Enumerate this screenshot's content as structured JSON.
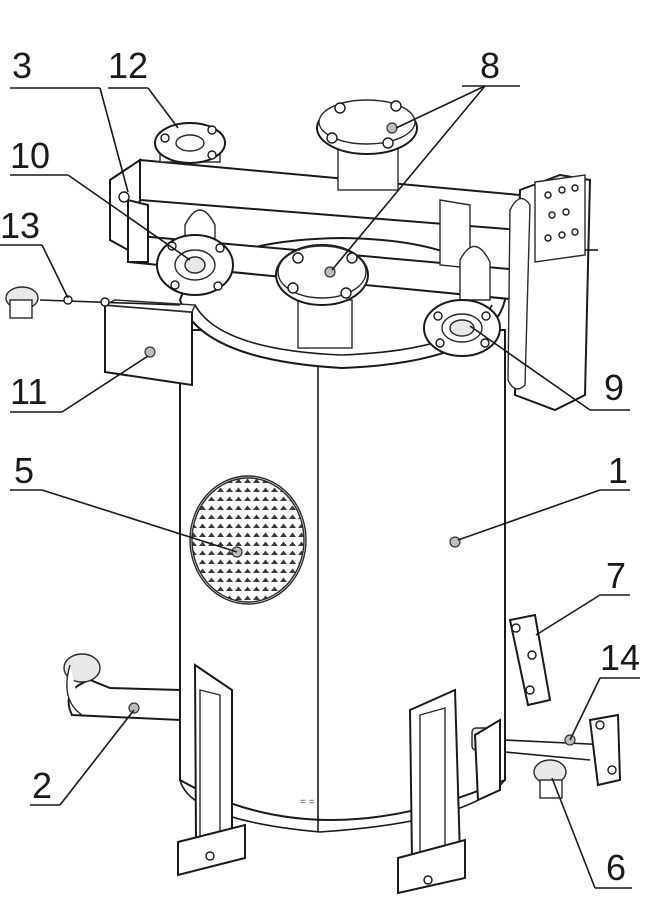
{
  "callouts": [
    {
      "id": "c1",
      "label": "1"
    },
    {
      "id": "c2",
      "label": "2"
    },
    {
      "id": "c3",
      "label": "3"
    },
    {
      "id": "c5",
      "label": "5"
    },
    {
      "id": "c6",
      "label": "6"
    },
    {
      "id": "c7",
      "label": "7"
    },
    {
      "id": "c8",
      "label": "8"
    },
    {
      "id": "c9",
      "label": "9"
    },
    {
      "id": "c10",
      "label": "10"
    },
    {
      "id": "c11",
      "label": "11"
    },
    {
      "id": "c12",
      "label": "12"
    },
    {
      "id": "c13",
      "label": "13"
    },
    {
      "id": "c14",
      "label": "14"
    }
  ]
}
